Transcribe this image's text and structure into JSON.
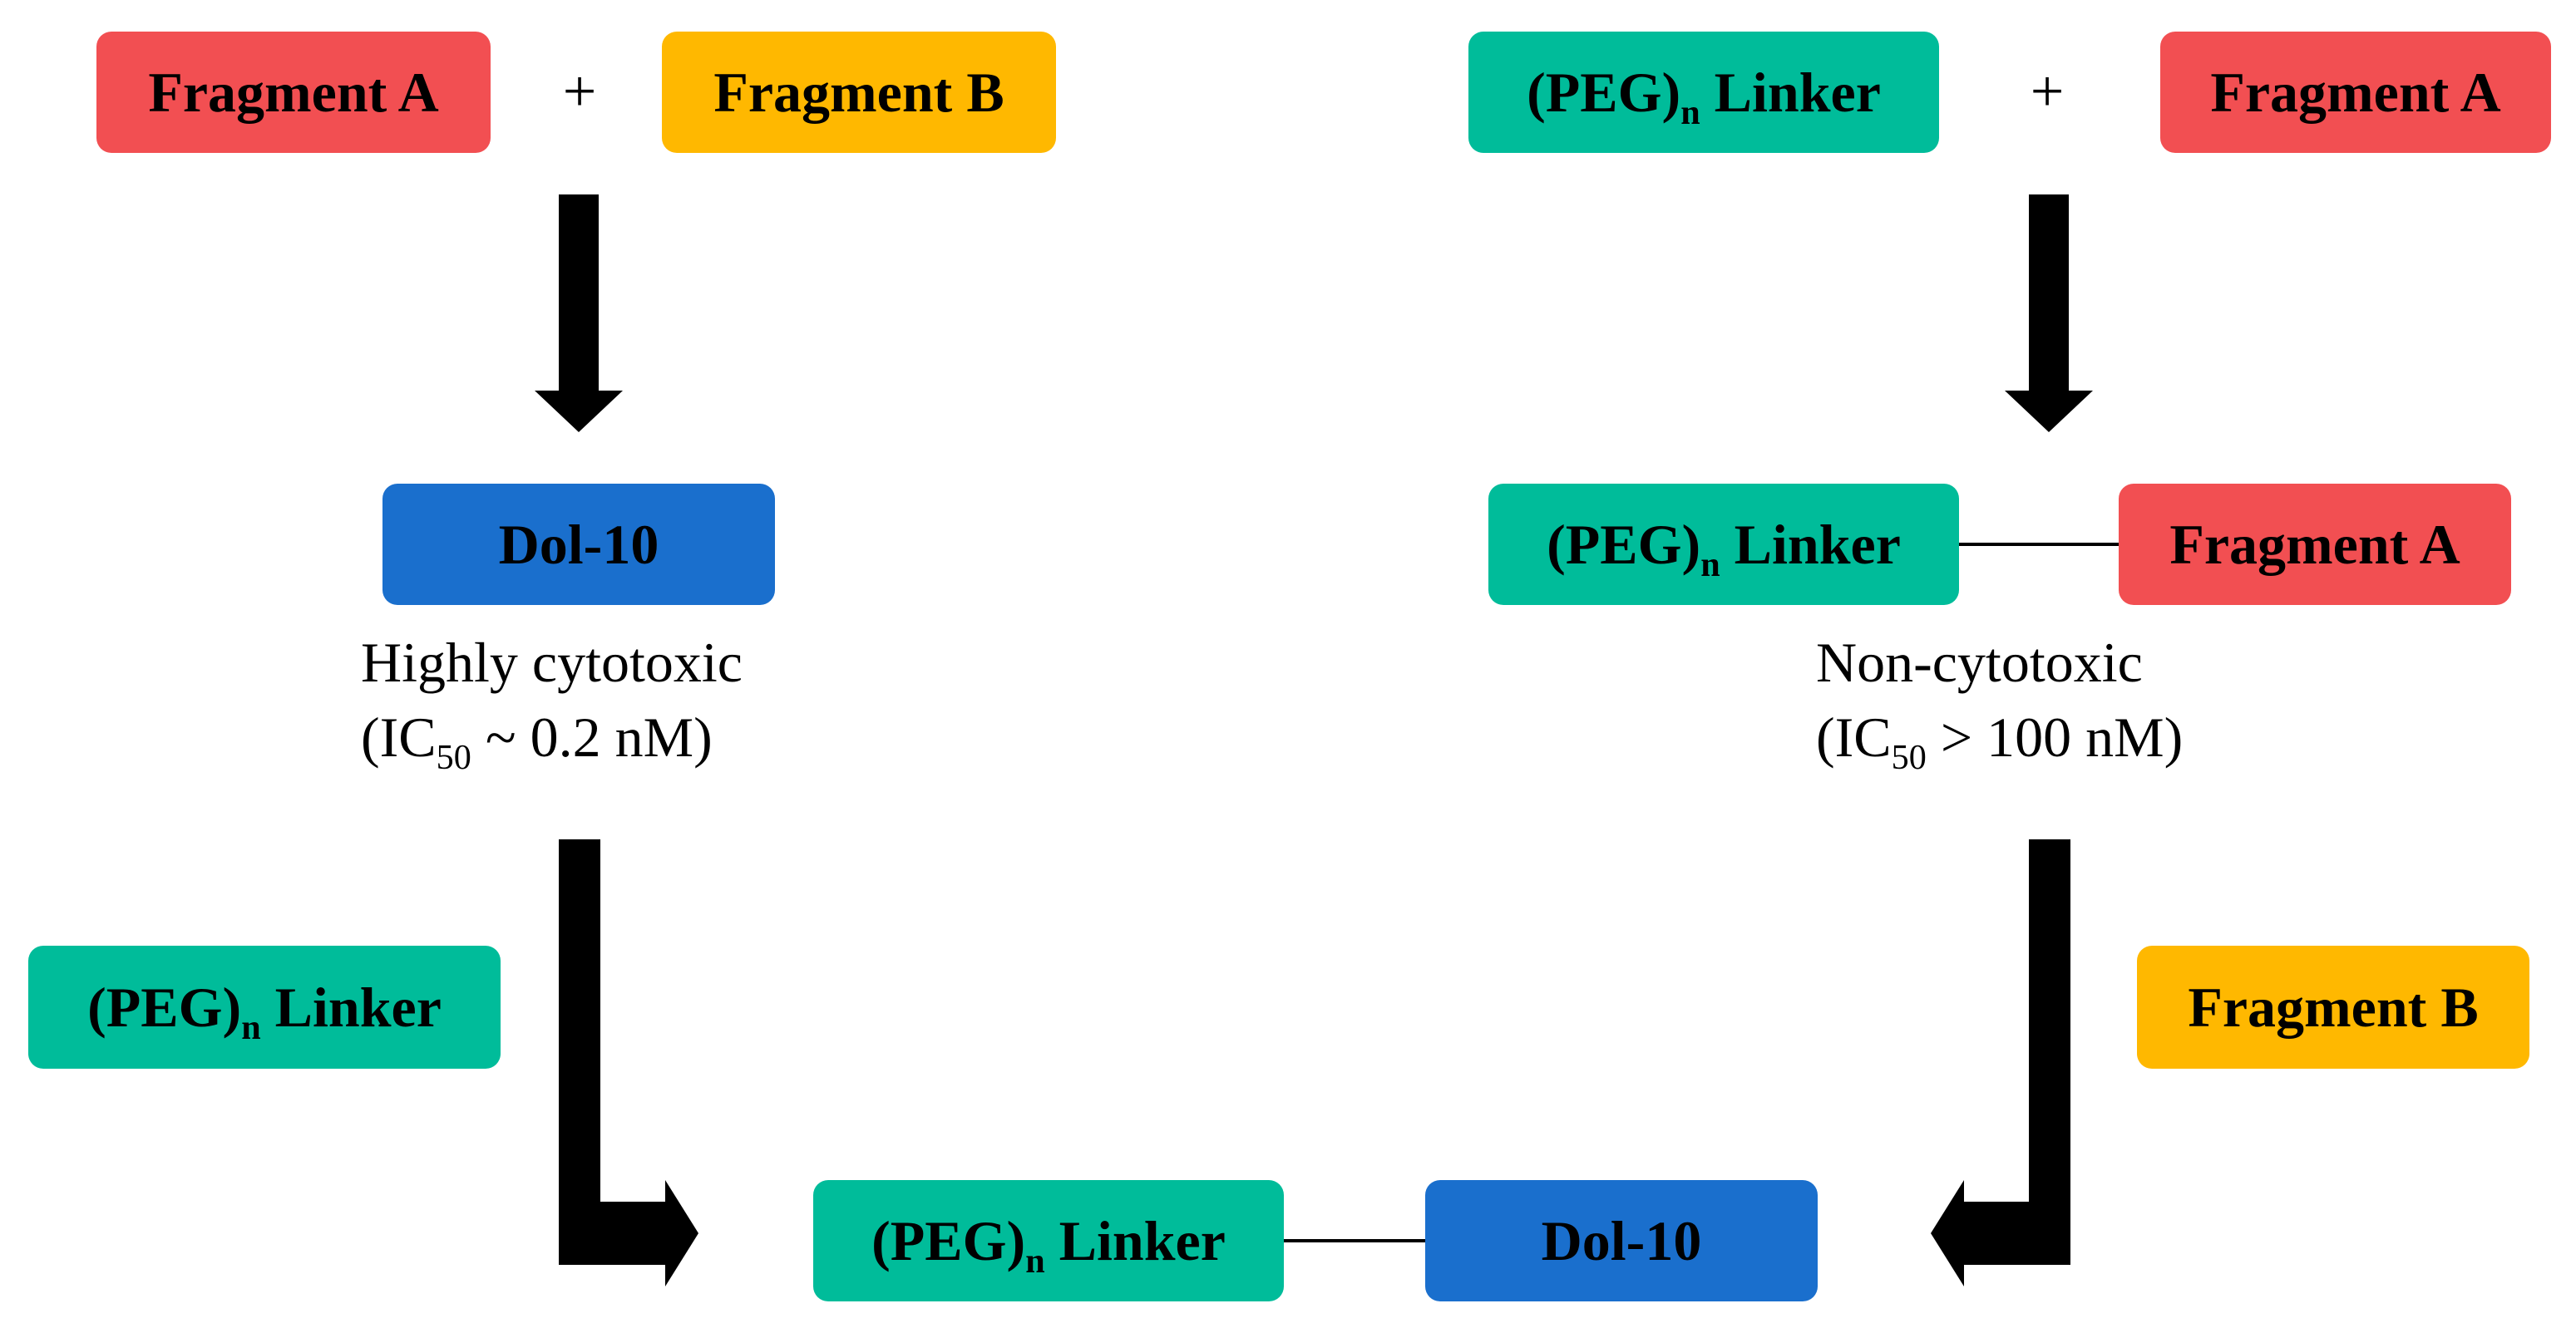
{
  "top_left": {
    "fragment_a": "Fragment A",
    "plus": "+",
    "fragment_b": "Fragment B"
  },
  "top_right": {
    "peg_linker": "(PEG)",
    "peg_subscript": "n",
    "peg_suffix": " Linker",
    "plus": "+",
    "fragment_a": "Fragment A"
  },
  "mid_left": {
    "dol10": "Dol-10",
    "note_line1": "Highly cytotoxic",
    "note_line2_prefix": "(IC",
    "note_line2_sub": "50",
    "note_line2_suffix": " ~ 0.2 nM)"
  },
  "mid_right": {
    "peg_linker": "(PEG)",
    "peg_subscript": "n",
    "peg_suffix": " Linker",
    "fragment_a": "Fragment A",
    "note_line1": "Non-cytotoxic",
    "note_line2_prefix": "(IC",
    "note_line2_sub": "50",
    "note_line2_suffix": " > 100 nM)"
  },
  "side_left": {
    "peg_linker": "(PEG)",
    "peg_subscript": "n",
    "peg_suffix": " Linker"
  },
  "side_right": {
    "fragment_b": "Fragment B"
  },
  "bottom": {
    "peg_linker": "(PEG)",
    "peg_subscript": "n",
    "peg_suffix": " Linker",
    "dol10": "Dol-10"
  },
  "colors": {
    "fragment_a": "#F24F52",
    "fragment_b": "#FFB800",
    "peg_linker": "#00BC9A",
    "dol10": "#1A6FCD",
    "arrow": "#000000"
  }
}
